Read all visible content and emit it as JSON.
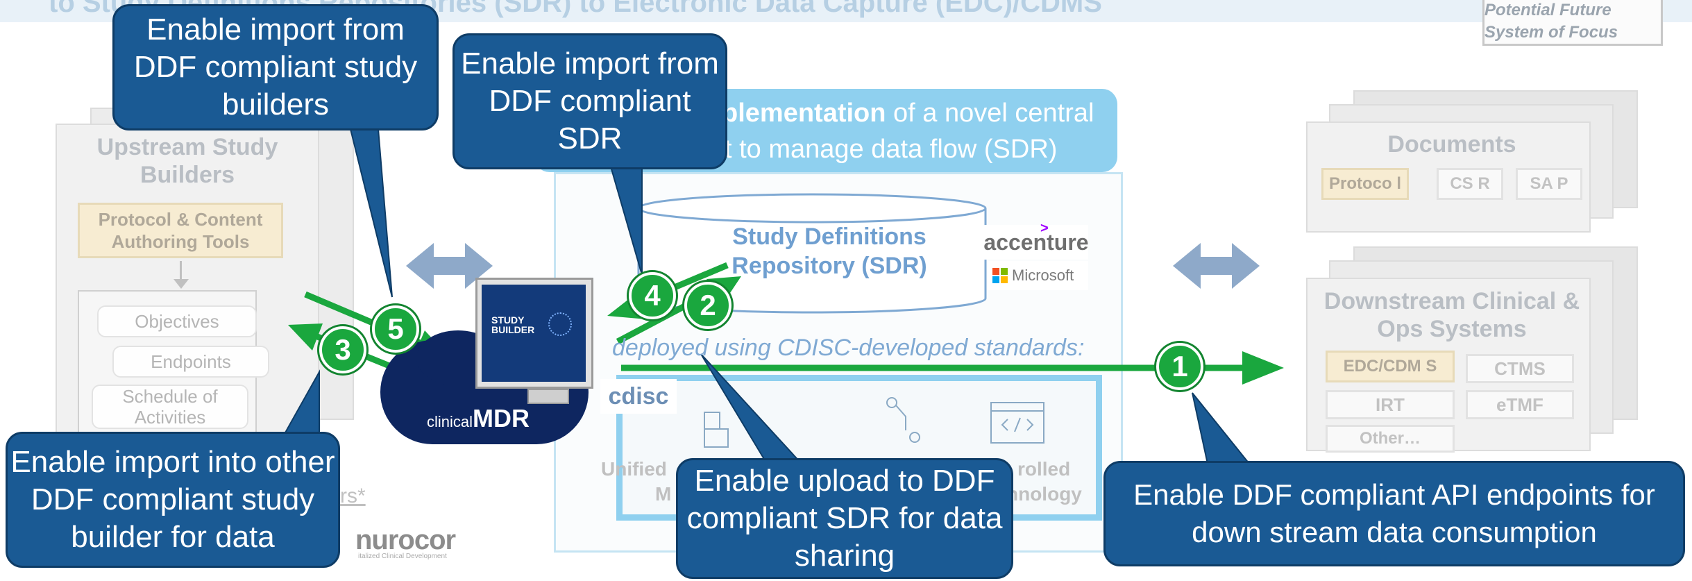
{
  "header": {
    "title_fragment": "to Study Definitions Repositories (SDR) to Electronic Data Capture (EDC)/CDMS",
    "legend_line1": "Potential Future",
    "legend_line2": "System of Focus"
  },
  "upstream": {
    "title": "Upstream Study Builders",
    "authoring_tools": "Protocol & Content Authoring Tools",
    "items": [
      "Objectives",
      "Endpoints",
      "Schedule of Activities"
    ],
    "partial_text": "rs*",
    "logo_text": "nurocor",
    "logo_subtext": "italized Clinical Development"
  },
  "center": {
    "banner_bold": "plementation",
    "banner_rest": " of a novel central",
    "banner_line2": "t to manage data flow (SDR)",
    "sdr_label": "Study Definitions Repository (SDR)",
    "accenture_logo": "accenture",
    "microsoft_logo": "Microsoft",
    "deployed_text": "deployed using CDISC-developed standards:",
    "cdisc_logo": "cdisc",
    "unified_fragment": "Unified",
    "model_fragment": "M",
    "controlled_fragment": "rolled",
    "technology_fragment": "hnology"
  },
  "study_builder": {
    "screen_title": "STUDY BUILDER",
    "cloud_prefix": "clinical",
    "cloud_main": "MDR"
  },
  "documents": {
    "title": "Documents",
    "items": [
      "Protoco l",
      "CS R",
      "SA P"
    ]
  },
  "downstream": {
    "title": "Downstream Clinical & Ops Systems",
    "items": [
      "EDC/CDM S",
      "CTMS",
      "IRT",
      "eTMF",
      "Other…"
    ]
  },
  "callouts": {
    "c1": "Enable import from DDF compliant study builders",
    "c2": "Enable import from DDF compliant SDR",
    "c3": "Enable import into other DDF compliant study builder for data",
    "c4": "Enable upload to DDF compliant SDR for data sharing",
    "c5": "Enable DDF compliant API endpoints for down stream data consumption"
  },
  "markers": [
    "1",
    "2",
    "3",
    "4",
    "5"
  ],
  "colors": {
    "callout_blue": "#1a5a94",
    "marker_green": "#1aa73e",
    "sdr_blue": "#6f9fd0",
    "banner_blue": "#8fd0ef"
  }
}
